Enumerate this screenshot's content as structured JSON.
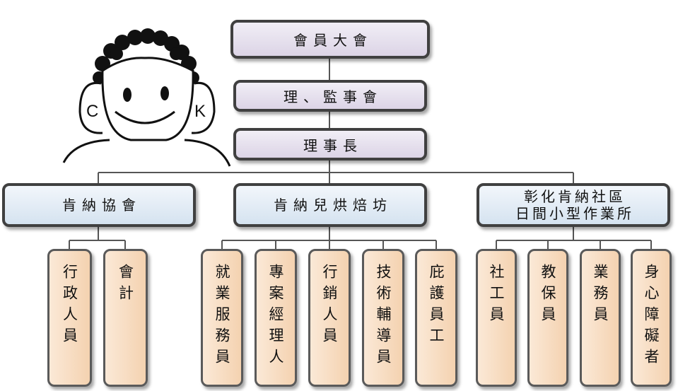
{
  "top": {
    "general_assembly": "會員大會",
    "board": "理、監事會",
    "chairman": "理事長"
  },
  "branches": [
    {
      "name": "肯納協會",
      "roles": [
        "行政人員",
        "會計"
      ]
    },
    {
      "name": "肯納兒烘焙坊",
      "roles": [
        "就業服務員",
        "專案經理人",
        "行銷人員",
        "技術輔導員",
        "庇護員工"
      ]
    },
    {
      "name": "彰化肯納社區\n日間小型作業所",
      "roles": [
        "社工員",
        "教保員",
        "業務員",
        "身心障礙者"
      ]
    }
  ],
  "mascot": {
    "letters": [
      "C",
      "K"
    ]
  },
  "colors": {
    "top_fill": "#dcd4e6",
    "branch_fill": "#d5e3f0",
    "role_fill": "#f4d2b0",
    "border": "#404040"
  }
}
